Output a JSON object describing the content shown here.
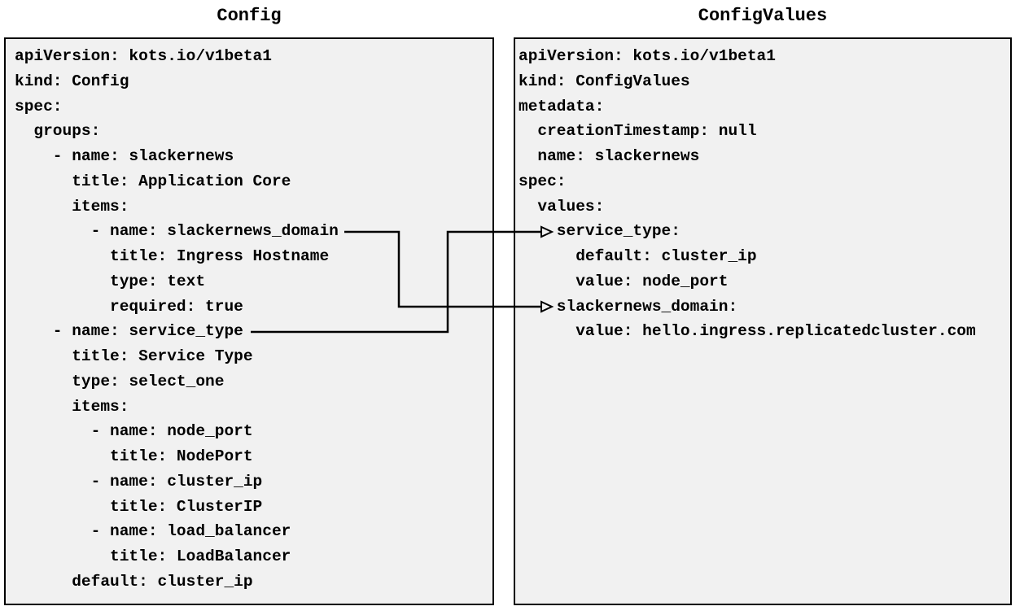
{
  "diagram": {
    "left_panel": {
      "title": "Config",
      "yaml": "apiVersion: kots.io/v1beta1\nkind: Config\nspec:\n  groups:\n    - name: slackernews\n      title: Application Core\n      items:\n        - name: slackernews_domain\n          title: Ingress Hostname\n          type: text\n          required: true\n    - name: service_type\n      title: Service Type\n      type: select_one\n      items:\n        - name: node_port\n          title: NodePort\n        - name: cluster_ip\n          title: ClusterIP\n        - name: load_balancer\n          title: LoadBalancer\n      default: cluster_ip"
    },
    "right_panel": {
      "title": "ConfigValues",
      "yaml": "apiVersion: kots.io/v1beta1\nkind: ConfigValues\nmetadata:\n  creationTimestamp: null\n  name: slackernews\nspec:\n  values:\n    service_type:\n      default: cluster_ip\n      value: node_port\n    slackernews_domain:\n      value: hello.ingress.replicatedcluster.com"
    },
    "connections": [
      {
        "from_field": "slackernews_domain (Config item)",
        "to_field": "slackernews_domain (ConfigValues value)"
      },
      {
        "from_field": "service_type (Config item)",
        "to_field": "service_type (ConfigValues value)"
      }
    ],
    "colors": {
      "panel_background": "#f1f1f1",
      "panel_border": "#000000",
      "text": "#000000",
      "arrow": "#000000"
    }
  }
}
